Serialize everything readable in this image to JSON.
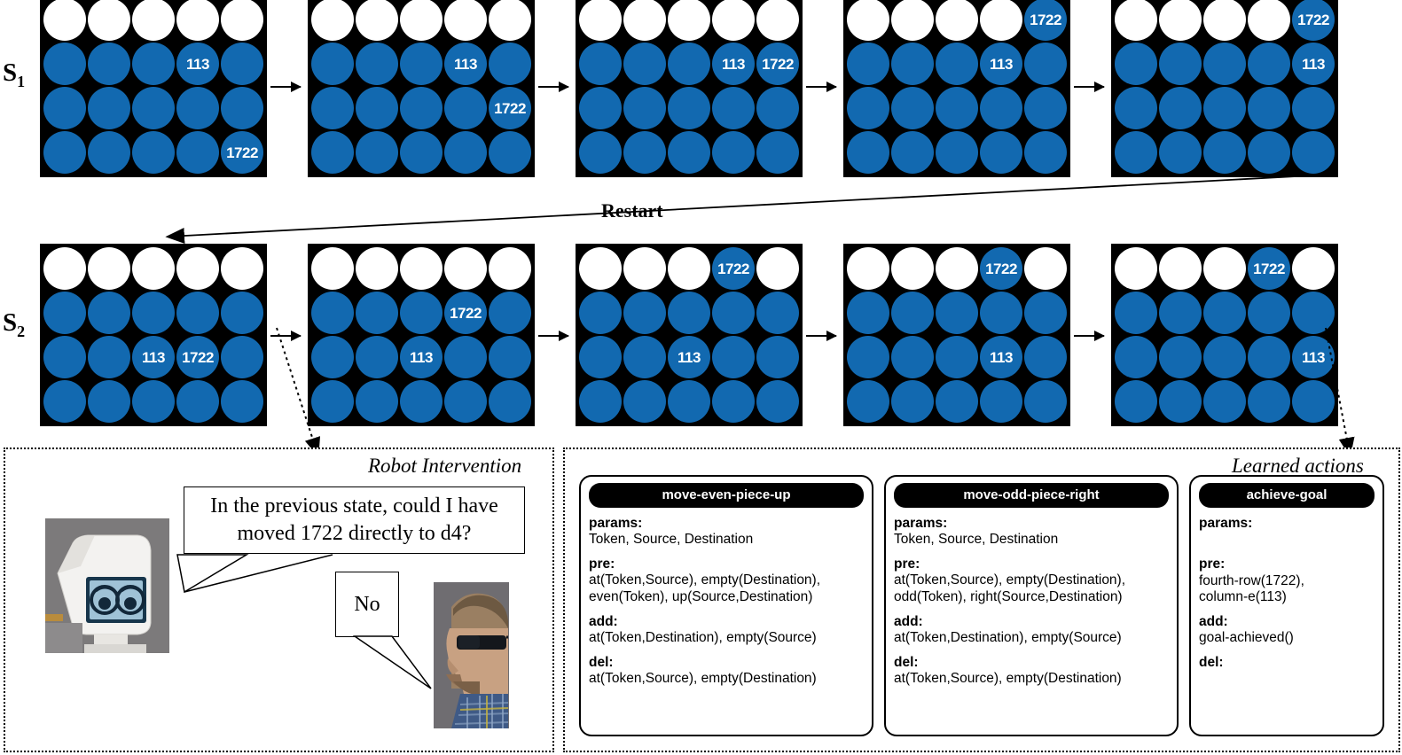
{
  "board": {
    "rows": 4,
    "cols": 5,
    "empty_row_index": 0,
    "colors": {
      "disc_blue": "#1269b0",
      "disc_white": "#ffffff",
      "board_bg": "#000000"
    }
  },
  "sequences": [
    {
      "label": "S",
      "sublabel": "1",
      "boards": [
        {
          "tokens": [
            {
              "row": 1,
              "col": 3,
              "text": "113"
            },
            {
              "row": 3,
              "col": 4,
              "text": "1722"
            }
          ],
          "blue_in_top": []
        },
        {
          "tokens": [
            {
              "row": 1,
              "col": 3,
              "text": "113"
            },
            {
              "row": 2,
              "col": 4,
              "text": "1722"
            }
          ],
          "blue_in_top": []
        },
        {
          "tokens": [
            {
              "row": 1,
              "col": 3,
              "text": "113"
            },
            {
              "row": 1,
              "col": 4,
              "text": "1722"
            }
          ],
          "blue_in_top": []
        },
        {
          "tokens": [
            {
              "row": 0,
              "col": 4,
              "text": "1722"
            },
            {
              "row": 1,
              "col": 3,
              "text": "113"
            }
          ],
          "blue_in_top": [
            4
          ]
        },
        {
          "tokens": [
            {
              "row": 0,
              "col": 4,
              "text": "1722"
            },
            {
              "row": 1,
              "col": 4,
              "text": "113"
            }
          ],
          "blue_in_top": [
            4
          ]
        }
      ]
    },
    {
      "label": "S",
      "sublabel": "2",
      "boards": [
        {
          "tokens": [
            {
              "row": 2,
              "col": 2,
              "text": "113"
            },
            {
              "row": 2,
              "col": 3,
              "text": "1722"
            }
          ],
          "blue_in_top": []
        },
        {
          "tokens": [
            {
              "row": 1,
              "col": 3,
              "text": "1722"
            },
            {
              "row": 2,
              "col": 2,
              "text": "113"
            }
          ],
          "blue_in_top": []
        },
        {
          "tokens": [
            {
              "row": 0,
              "col": 3,
              "text": "1722"
            },
            {
              "row": 2,
              "col": 2,
              "text": "113"
            }
          ],
          "blue_in_top": [
            3
          ]
        },
        {
          "tokens": [
            {
              "row": 0,
              "col": 3,
              "text": "1722"
            },
            {
              "row": 2,
              "col": 3,
              "text": "113"
            }
          ],
          "blue_in_top": [
            3
          ]
        },
        {
          "tokens": [
            {
              "row": 0,
              "col": 3,
              "text": "1722"
            },
            {
              "row": 2,
              "col": 4,
              "text": "113"
            }
          ],
          "blue_in_top": [
            3
          ]
        }
      ]
    }
  ],
  "restart": {
    "label": "Restart"
  },
  "intervention": {
    "title": "Robot Intervention",
    "robot_question": "In the previous state, could I have moved 1722 directly to d4?",
    "human_answer": "No",
    "robot_icon": "robot-head-photo",
    "human_icon": "human-profile-photo"
  },
  "learned": {
    "title": "Learned actions",
    "cards": [
      {
        "name": "move-even-piece-up",
        "fields": [
          {
            "key": "params:",
            "value": "Token, Source, Destination"
          },
          {
            "key": "pre:",
            "value": "at(Token,Source), empty(Destination),\neven(Token), up(Source,Destination)"
          },
          {
            "key": "add:",
            "value": "at(Token,Destination), empty(Source)"
          },
          {
            "key": "del:",
            "value": "at(Token,Source), empty(Destination)"
          }
        ]
      },
      {
        "name": "move-odd-piece-right",
        "fields": [
          {
            "key": "params:",
            "value": "Token, Source, Destination"
          },
          {
            "key": "pre:",
            "value": "at(Token,Source), empty(Destination),\nodd(Token), right(Source,Destination)"
          },
          {
            "key": "add:",
            "value": "at(Token,Destination), empty(Source)"
          },
          {
            "key": "del:",
            "value": "at(Token,Source), empty(Destination)"
          }
        ]
      },
      {
        "name": "achieve-goal",
        "fields": [
          {
            "key": "params:",
            "value": ""
          },
          {
            "key": "pre:",
            "value": "fourth-row(1722),\ncolumn-e(113)"
          },
          {
            "key": "add:",
            "value": "goal-achieved()"
          },
          {
            "key": "del:",
            "value": ""
          }
        ]
      }
    ]
  }
}
